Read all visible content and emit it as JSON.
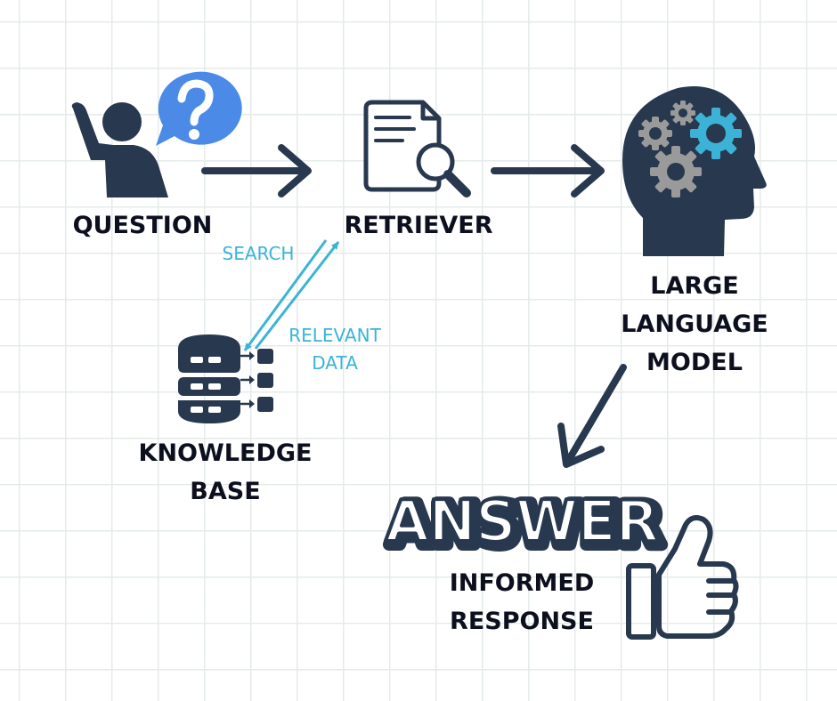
{
  "nodes": {
    "question": {
      "label": "QUESTION"
    },
    "retriever": {
      "label": "RETRIEVER"
    },
    "llm": {
      "lines": [
        "LARGE",
        "LANGUAGE",
        "MODEL"
      ]
    },
    "knowledge_base": {
      "lines": [
        "KNOWLEDGE",
        "BASE"
      ]
    },
    "answer": {
      "title": "ANSWER",
      "subtitle_lines": [
        "INFORMED",
        "RESPONSE"
      ]
    }
  },
  "edges": {
    "search": {
      "label": "SEARCH"
    },
    "relevant_data": {
      "lines": [
        "RELEVANT",
        "DATA"
      ]
    }
  },
  "colors": {
    "navy": "#27384f",
    "text": "#0c0f1e",
    "accent_blue": "#3cb3d6",
    "bubble_blue": "#4b8ae6",
    "gear_gray": "#9a9a9a",
    "grid": "#e4ebe9"
  },
  "icons": [
    "person-waving-icon",
    "question-bubble-icon",
    "document-search-icon",
    "head-gears-icon",
    "database-icon",
    "thumbs-up-icon"
  ]
}
